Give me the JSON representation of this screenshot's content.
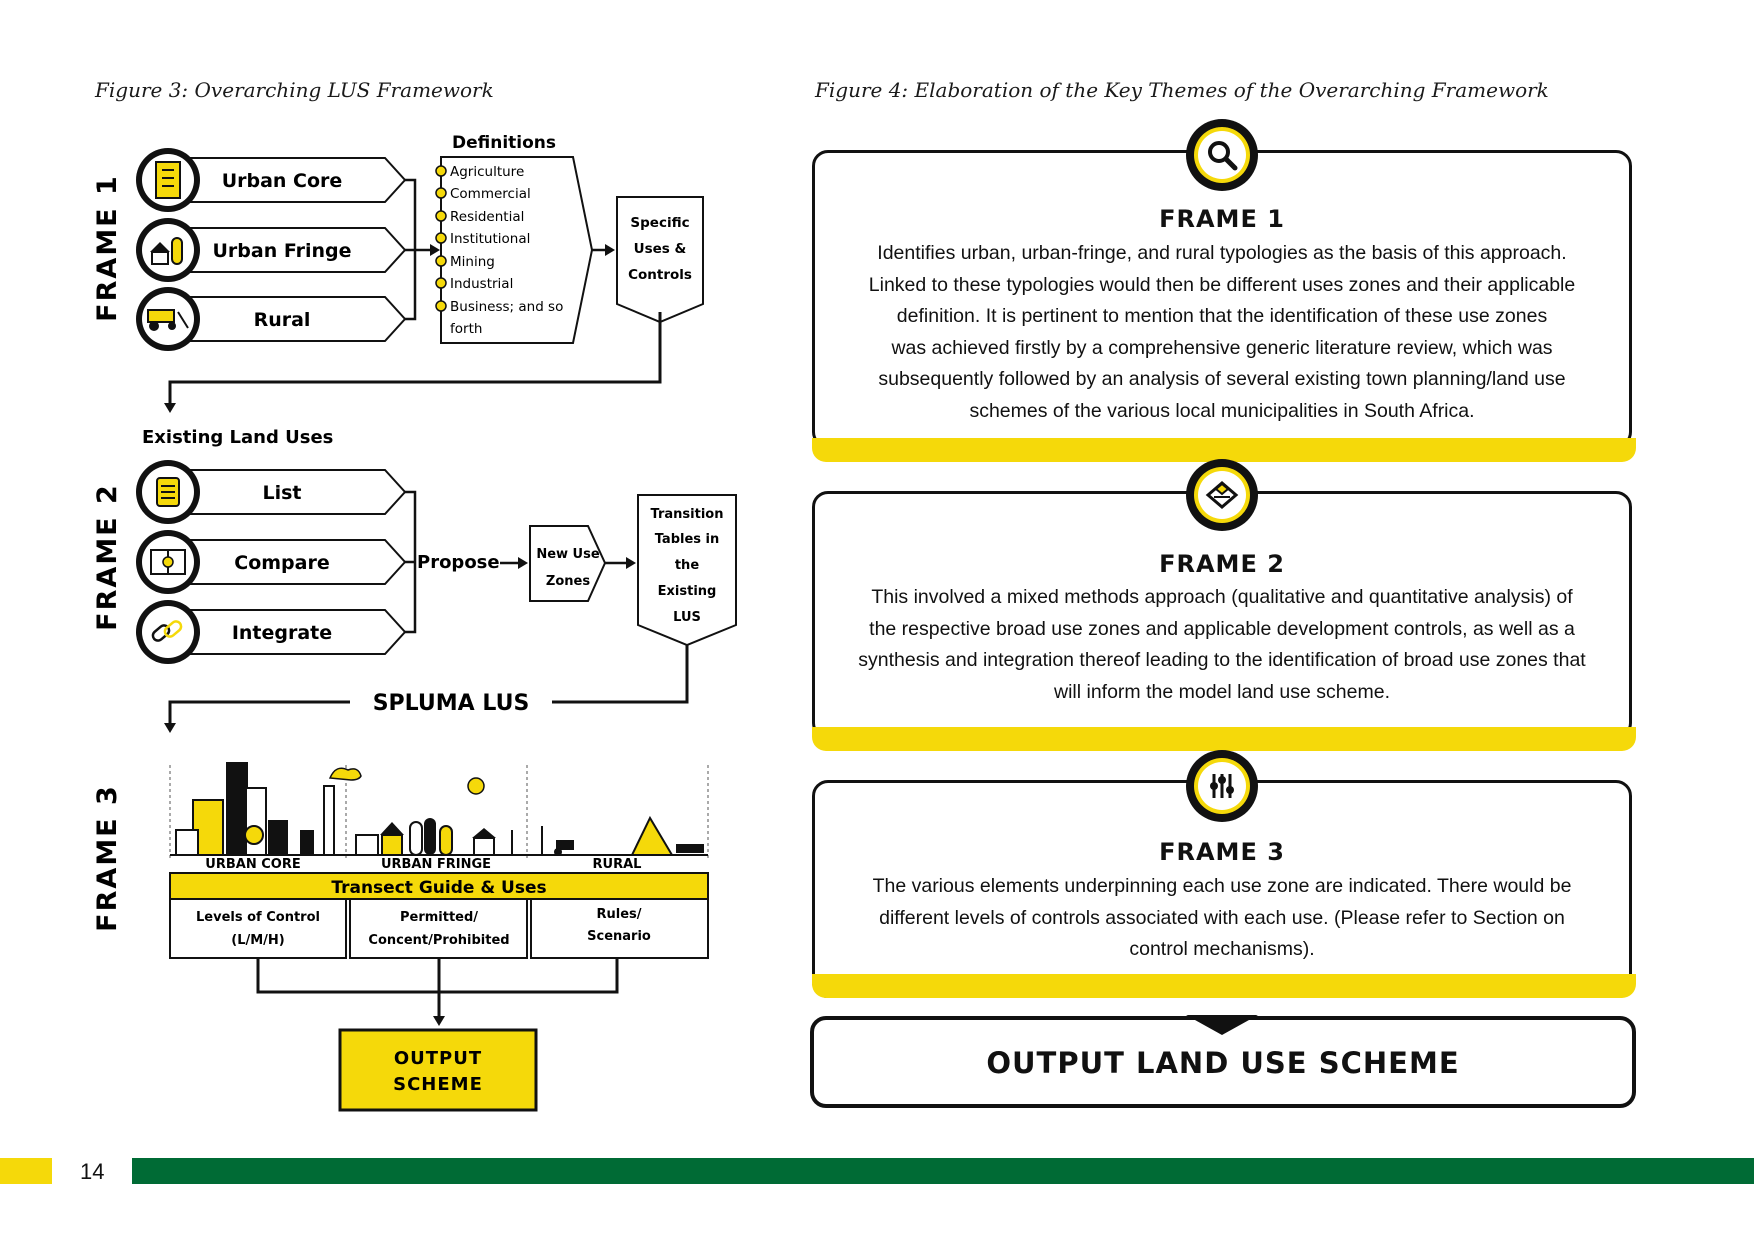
{
  "captions": {
    "figure3": "Figure 3: Overarching LUS Framework",
    "figure4": "Figure 4: Elaboration of the Key Themes of the Overarching Framework"
  },
  "figure3": {
    "frame1_label": "FRAME 1",
    "frame2_label": "FRAME 2",
    "frame3_label": "FRAME 3",
    "typologies": [
      "Urban Core",
      "Urban Fringe",
      "Rural"
    ],
    "definitions_title": "Definitions",
    "definitions": [
      "Agriculture",
      "Commercial",
      "Residential",
      "Institutional",
      "Mining",
      "Industrial",
      "Business; and so",
      "forth"
    ],
    "specific_uses": [
      "Specific",
      "Uses &",
      "Controls"
    ],
    "existing_title": "Existing Land Uses",
    "steps": [
      "List",
      "Compare",
      "Integrate"
    ],
    "propose": "Propose",
    "new_use_zones": [
      "New Use",
      "Zones"
    ],
    "transition": [
      "Transition",
      "Tables in",
      "the",
      "Existing",
      "LUS"
    ],
    "spluma": "SPLUMA LUS",
    "transect_zones": [
      "URBAN CORE",
      "URBAN FRINGE",
      "RURAL"
    ],
    "transect_title": "Transect Guide & Uses",
    "col1": [
      "Levels of Control",
      "(L/M/H)"
    ],
    "col2": [
      "Permitted/",
      "Concent/Prohibited"
    ],
    "col3": [
      "Rules/",
      "Scenario"
    ],
    "output": [
      "OUTPUT",
      "SCHEME"
    ]
  },
  "figure4": {
    "frame1": {
      "title": "FRAME 1",
      "lines": [
        "Identifies urban, urban-fringe, and rural typologies as the basis of this approach.",
        "Linked to these typologies would then be different uses zones and their applicable",
        "definition. It is pertinent to mention that the identification of these use zones",
        "was achieved firstly by a comprehensive generic literature review, which was",
        "subsequently followed by an analysis of several existing town planning/land use",
        "schemes of the various local municipalities in South Africa."
      ]
    },
    "frame2": {
      "title": "FRAME 2",
      "lines": [
        "This involved a mixed methods approach (qualitative and quantitative analysis) of",
        "the respective broad use zones and applicable development controls, as well as a",
        "synthesis and integration thereof leading to the identification of broad use zones that",
        "will inform the model land use scheme."
      ]
    },
    "frame3": {
      "title": "FRAME 3",
      "lines": [
        "The various elements underpinning each use zone are indicated. There would be",
        "different levels of controls associated with each use. (Please refer to Section on",
        "control mechanisms)."
      ]
    },
    "output": "OUTPUT LAND USE SCHEME"
  },
  "footer": {
    "page_number": "14"
  },
  "colors": {
    "accent_yellow": "#f5d90a",
    "accent_green": "#006b35",
    "ink": "#111111"
  }
}
